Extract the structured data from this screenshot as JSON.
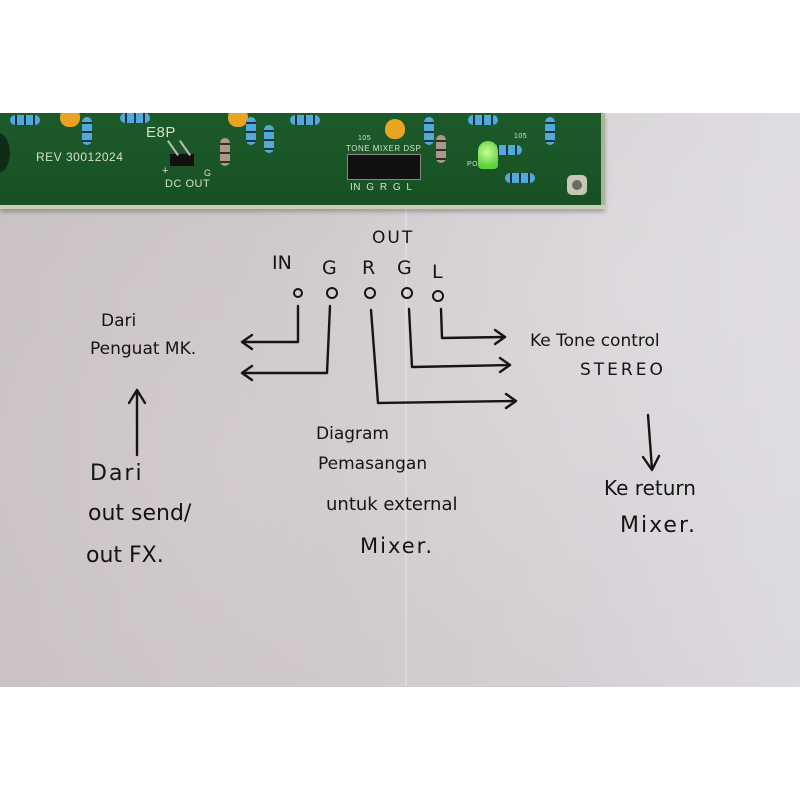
{
  "pcb": {
    "model": "E8P",
    "revision": "REV 30012024",
    "dc_out_label": "DC OUT",
    "dc_plus": "+",
    "dc_ground": "G",
    "header_top_label": "TONE MIXER DSP",
    "header_pin_labels": "IN G R G L",
    "cap_label": "105",
    "led_label": "PO",
    "board_color": "#1d5a2a",
    "led_color": "#5ed13b"
  },
  "diagram": {
    "out_label": "OUT",
    "pin_labels": [
      "IN",
      "G",
      "R",
      "G",
      "L"
    ],
    "left_note": [
      "Dari",
      "Penguat MK."
    ],
    "right_note": [
      "Ke Tone control",
      "STEREO"
    ],
    "bottom_left_note": [
      "Dari",
      "out send/",
      "out FX."
    ],
    "center_note": [
      "Diagram",
      "Pemasangan",
      "untuk external",
      "Mixer."
    ],
    "bottom_right_note": [
      "Ke return",
      "Mixer."
    ]
  }
}
